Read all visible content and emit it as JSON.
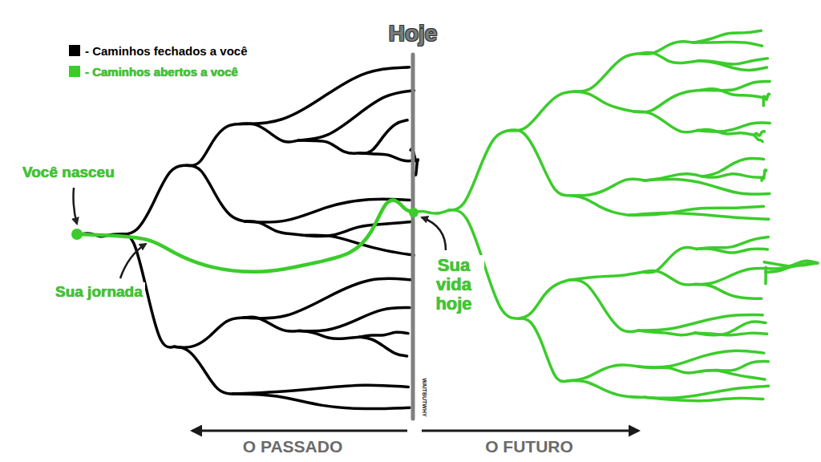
{
  "diagram": {
    "labels": [
      "Hoje",
      "Você nasceu",
      "Sua jornada",
      "Sua vida hoje",
      "O PASSADO",
      "O FUTURO",
      "WAITBUTWHY"
    ],
    "legend": [
      {
        "text": "- Caminhos fechados a você",
        "color": "#000000"
      },
      {
        "text": "- Caminhos abertos a você",
        "color": "#3bcc2b"
      }
    ]
  }
}
